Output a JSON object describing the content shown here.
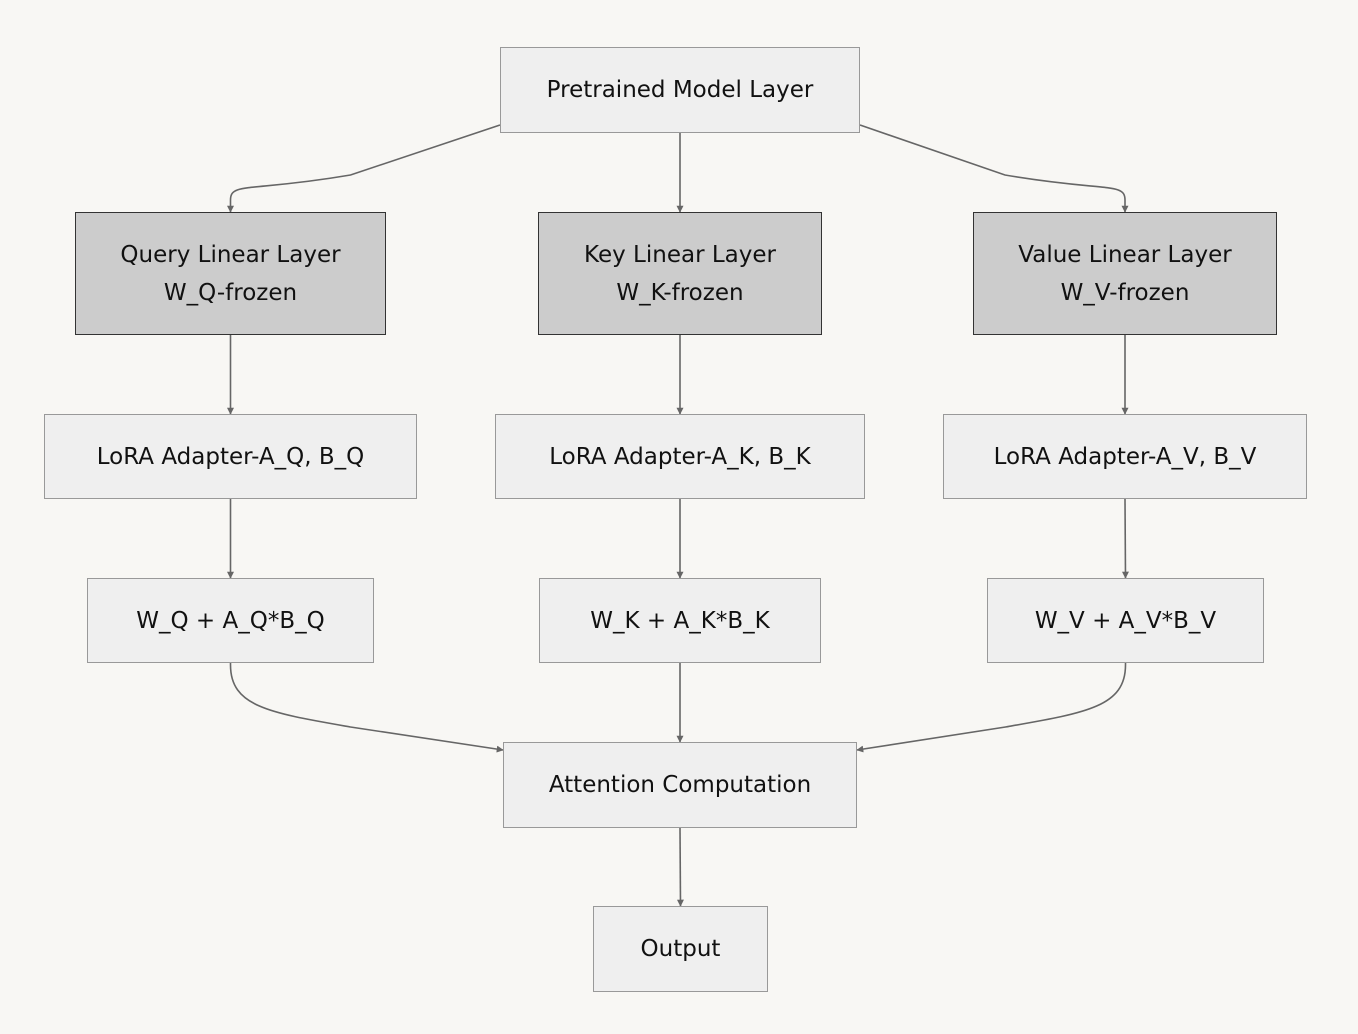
{
  "nodes": {
    "pretrained": {
      "label": "Pretrained Model Layer"
    },
    "query": {
      "line1": "Query Linear Layer",
      "line2": "W_Q-frozen"
    },
    "key": {
      "line1": "Key Linear Layer",
      "line2": "W_K-frozen"
    },
    "value": {
      "line1": "Value Linear Layer",
      "line2": "W_V-frozen"
    },
    "lora_q": {
      "label": "LoRA Adapter-A_Q, B_Q"
    },
    "lora_k": {
      "label": "LoRA Adapter-A_K, B_K"
    },
    "lora_v": {
      "label": "LoRA Adapter-A_V, B_V"
    },
    "merge_q": {
      "label": "W_Q + A_Q*B_Q"
    },
    "merge_k": {
      "label": "W_K + A_K*B_K"
    },
    "merge_v": {
      "label": "W_V + A_V*B_V"
    },
    "attention": {
      "label": "Attention Computation"
    },
    "output": {
      "label": "Output"
    }
  },
  "edges": [
    {
      "from": "pretrained",
      "to": "query"
    },
    {
      "from": "pretrained",
      "to": "key"
    },
    {
      "from": "pretrained",
      "to": "value"
    },
    {
      "from": "query",
      "to": "lora_q"
    },
    {
      "from": "key",
      "to": "lora_k"
    },
    {
      "from": "value",
      "to": "lora_v"
    },
    {
      "from": "lora_q",
      "to": "merge_q"
    },
    {
      "from": "lora_k",
      "to": "merge_k"
    },
    {
      "from": "lora_v",
      "to": "merge_v"
    },
    {
      "from": "merge_q",
      "to": "attention"
    },
    {
      "from": "merge_k",
      "to": "attention"
    },
    {
      "from": "merge_v",
      "to": "attention"
    },
    {
      "from": "attention",
      "to": "output"
    }
  ],
  "colors": {
    "background": "#f8f7f4",
    "node_fill": "#efefef",
    "node_border": "#999999",
    "frozen_fill": "#cccccc",
    "frozen_border": "#333333",
    "edge": "#666666",
    "text": "#111111"
  }
}
